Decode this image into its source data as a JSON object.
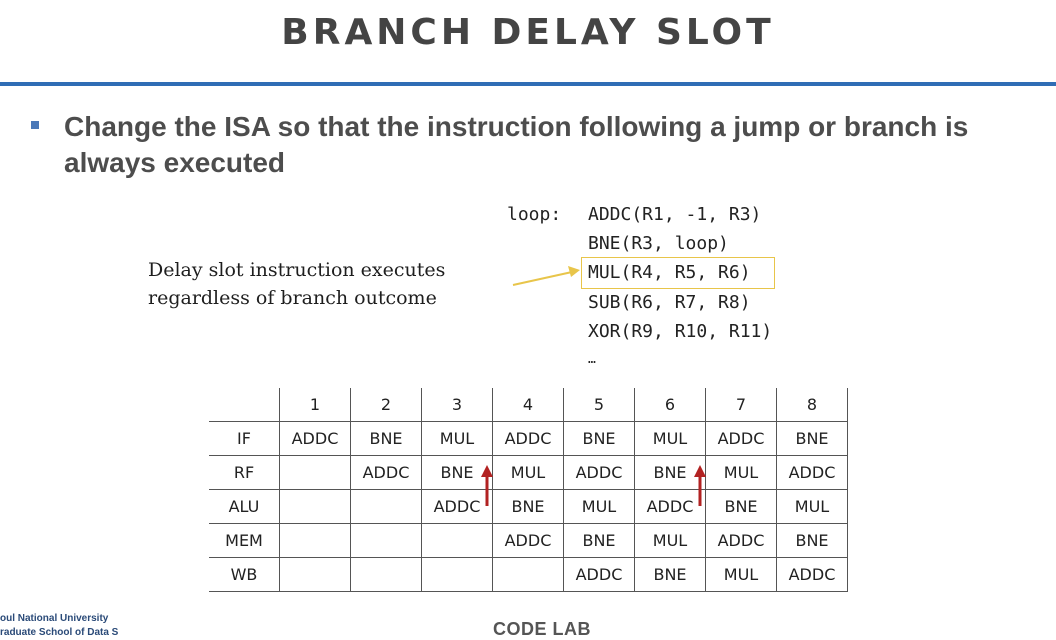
{
  "slide": {
    "title": "BRANCH DELAY SLOT",
    "bullet": "Change the ISA so that the instruction following a jump or branch is always executed"
  },
  "code": {
    "label": "loop:",
    "lines": [
      "ADDC(R1, -1, R3)",
      "BNE(R3, loop)",
      "MUL(R4, R5, R6)",
      "SUB(R6, R7, R8)",
      "XOR(R9, R10, R11)",
      "…"
    ],
    "highlighted_line_index": 2,
    "highlight_color": "#e8c54a"
  },
  "annotation": {
    "line1": "Delay slot instruction executes",
    "line2": "regardless of branch outcome",
    "arrow_color": "#e8c54a"
  },
  "pipeline": {
    "cycles": [
      "1",
      "2",
      "3",
      "4",
      "5",
      "6",
      "7",
      "8"
    ],
    "stages": [
      {
        "name": "IF",
        "cells": [
          "ADDC",
          "BNE",
          "MUL",
          "ADDC",
          "BNE",
          "MUL",
          "ADDC",
          "BNE"
        ]
      },
      {
        "name": "RF",
        "cells": [
          "",
          "ADDC",
          "BNE",
          "MUL",
          "ADDC",
          "BNE",
          "MUL",
          "ADDC"
        ]
      },
      {
        "name": "ALU",
        "cells": [
          "",
          "",
          "ADDC",
          "BNE",
          "MUL",
          "ADDC",
          "BNE",
          "MUL"
        ]
      },
      {
        "name": "MEM",
        "cells": [
          "",
          "",
          "",
          "ADDC",
          "BNE",
          "MUL",
          "ADDC",
          "BNE"
        ]
      },
      {
        "name": "WB",
        "cells": [
          "",
          "",
          "",
          "",
          "ADDC",
          "BNE",
          "MUL",
          "ADDC"
        ]
      }
    ],
    "bypass_arrow_cycles": [
      "3",
      "6"
    ],
    "bypass_arrow_color": "#b22222"
  },
  "footer": {
    "university_line1": "oul National University",
    "university_line2": "raduate School of Data S",
    "lab": "CODE LAB"
  },
  "colors": {
    "title_rule": "#2f6db5",
    "bullet": "#4a78b8"
  }
}
